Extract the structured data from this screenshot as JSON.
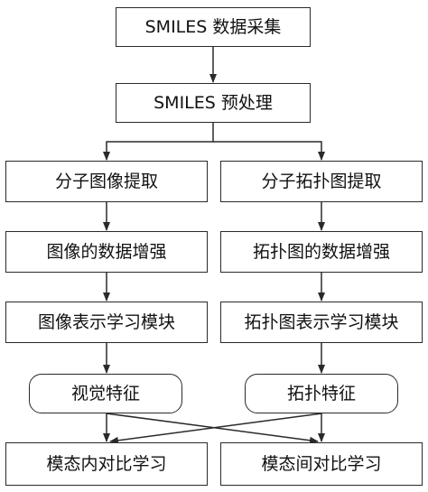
{
  "nodes": {
    "collect": "SMILES 数据采集",
    "preprocess": "SMILES 预处理",
    "image_extract": "分子图像提取",
    "topo_extract": "分子拓扑图提取",
    "image_aug": "图像的数据增强",
    "topo_aug": "拓扑图的数据增强",
    "image_repr": "图像表示学习模块",
    "topo_repr": "拓扑图表示学习模块",
    "visual_feature": "视觉特征",
    "topo_feature": "拓扑特征",
    "intra_contrast": "模态内对比学习",
    "inter_contrast": "模态间对比学习"
  },
  "colors": {
    "line": "#2a2a2a",
    "text": "#111111",
    "background": "#ffffff"
  }
}
